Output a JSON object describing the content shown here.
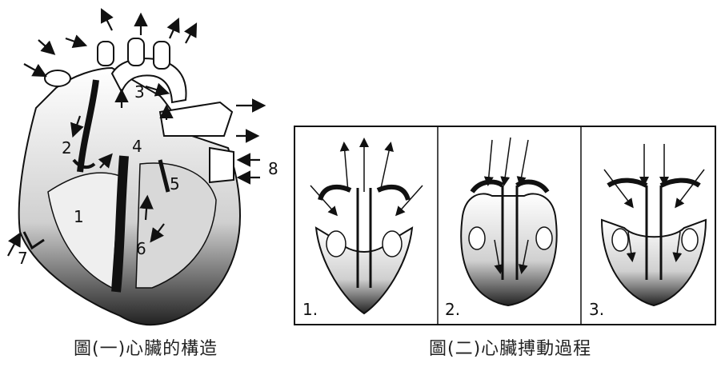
{
  "figure1": {
    "caption": "圖(一)心臟的構造",
    "labels": [
      "1",
      "2",
      "3",
      "4",
      "5",
      "6",
      "7",
      "8"
    ]
  },
  "figure2": {
    "caption": "圖(二)心臟搏動過程",
    "panels": [
      {
        "label": "1."
      },
      {
        "label": "2."
      },
      {
        "label": "3."
      }
    ]
  },
  "colors": {
    "ink": "#111111",
    "shade": "#c8c8c8",
    "light": "#eeeeee"
  }
}
